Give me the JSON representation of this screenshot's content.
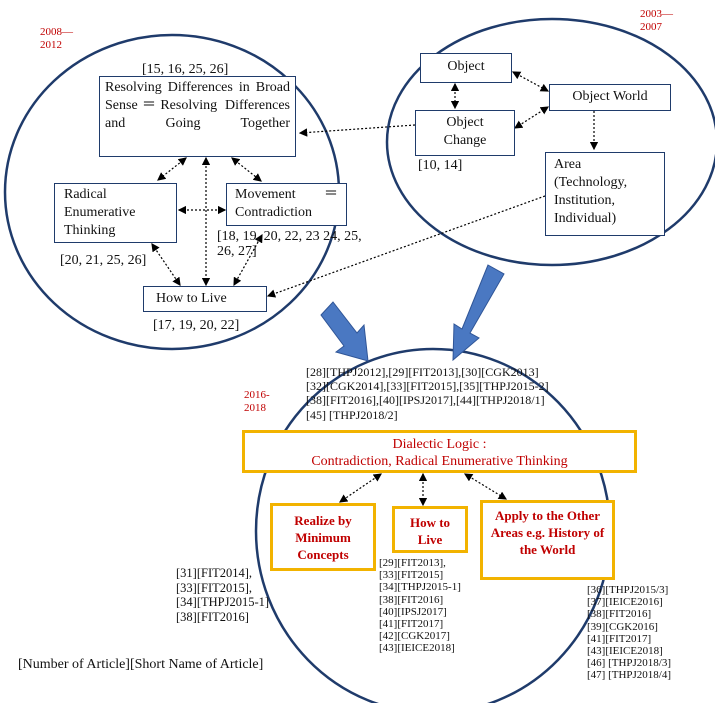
{
  "years": {
    "left": "2008—\n2012",
    "right": "2003—\n2007",
    "bottom": "2016-\n2018"
  },
  "left_circle": {
    "resolving_refs": "[15, 16, 25, 26]",
    "resolving_box": "Resolving Differences in Broad Sense＝Resolving Differences and Going Together",
    "radical_box": "Radical Enumerative Thinking",
    "radical_refs": "[20, 21, 25, 26]",
    "movement_box": "Movement ＝ Contradiction",
    "movement_refs": "[18, 19, 20, 22, 23 24, 25, 26, 27]",
    "howtolive_box": "How to Live",
    "howtolive_refs": "[17, 19, 20, 22]"
  },
  "right_circle": {
    "object_box": "Object",
    "object_world_box": "Object World",
    "object_change_box": "Object Change",
    "object_change_refs": "[10, 14]",
    "area_box": "Area (Technology, Institution, Individual)"
  },
  "bottom": {
    "top_refs": "[28][THPJ2012],[29][FIT2013],[30][CGK2013]\n[32][CGK2014],[33][FIT2015],[35][THPJ2015-2]\n[38][FIT2016],[40][IPSJ2017],[44][THPJ2018/1]\n[45] [THPJ2018/2]",
    "dialectic_title": "Dialectic Logic :",
    "dialectic_sub": "Contradiction, Radical Enumerative Thinking",
    "realize_box": "Realize by Minimum Concepts",
    "howtolive_box": "How to Live",
    "apply_box": "Apply to the Other Areas e.g. History of the World",
    "realize_refs": "[31][FIT2014],\n[33][FIT2015],\n[34][THPJ2015-1]\n[38][FIT2016]",
    "howtolive_refs": "[29][FIT2013],\n[33][FIT2015]\n[34][THPJ2015-1]\n[38][FIT2016]\n[40][IPSJ2017]\n[41][FIT2017]\n[42][CGK2017]\n[43][IEICE2018]",
    "apply_refs": "[36][THPJ2015/3]\n[37][IEICE2016]\n[38][FIT2016]\n[39][CGK2016]\n[41][FIT2017]\n[43][IEICE2018]\n[46] [THPJ2018/3]\n[47] [THPJ2018/4]"
  },
  "footnote": "[Number of Article][Short Name of Article]",
  "colors": {
    "circle": "#1f3b6b",
    "big_arrow": "#4a78c2",
    "year_red": "#c00000",
    "highlight_yellow": "#f2b300"
  }
}
